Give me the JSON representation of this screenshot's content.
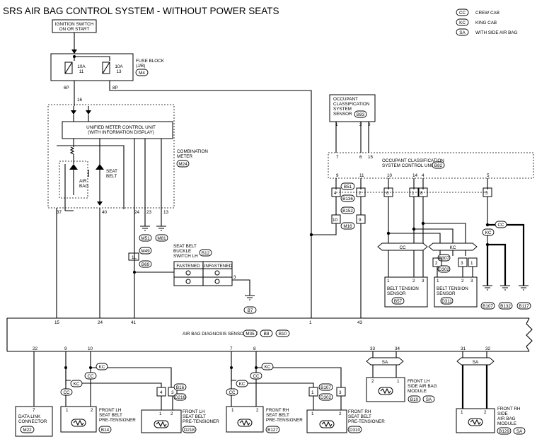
{
  "title": "SRS AIR BAG CONTROL SYSTEM - WITHOUT POWER SEATS",
  "legend": [
    {
      "code": "CC",
      "label": "CREW CAB"
    },
    {
      "code": "KC",
      "label": "KING CAB"
    },
    {
      "code": "SA",
      "label": "WITH SIDE AIR BAG"
    }
  ],
  "variants": {
    "cc": "CC",
    "kc": "KC",
    "sa": "SA"
  },
  "ignition": {
    "line1": "IGNITION SWITCH",
    "line2": "ON OR START"
  },
  "fuse_block": {
    "fuse1_rating": "10A",
    "fuse1_num": "11",
    "fuse2_rating": "10A",
    "fuse2_num": "13",
    "line1": "FUSE BLOCK",
    "line2": "(J/B)",
    "connector": "M4"
  },
  "combination_meter": {
    "unit_line1": "UNIFIED METER CONTROL UNIT",
    "unit_line2": "(WITH INFORMATION DISPLAY)",
    "airbag_label1": "AIR",
    "airbag_label2": "BAG",
    "seatbelt_label1": "SEAT",
    "seatbelt_label2": "BELT",
    "label1": "COMBINATION",
    "label2": "METER",
    "connector": "M24"
  },
  "grounds": {
    "m51": "M51",
    "m81": "M81",
    "m49": "M49",
    "b7": "B7",
    "b107": "B107",
    "b132": "B132",
    "b117": "B117"
  },
  "connectors": {
    "b69": "B69",
    "b51": "B51",
    "b136": "B136",
    "b152": "B152",
    "m16": "M16",
    "b307": "B307",
    "d302": "D302",
    "b16": "B16",
    "d216": "D216",
    "b107": "B107",
    "d302b": "D302"
  },
  "buckle_switch": {
    "line1": "SEAT BELT",
    "line2": "BUCKLE",
    "line3": "SWITCH LH",
    "connector": "B12",
    "fastened": "FASTENED",
    "unfastened": "UNFASTENED"
  },
  "ocs_sensor": {
    "line1": "OCCUPANT",
    "line2": "CLASSIFICATION",
    "line3": "SYSTEM",
    "line4": "SENSOR",
    "connector": "B83"
  },
  "ocs_cu": {
    "line1": "OCCUPANT CLASSIFICATION",
    "line2": "SYSTEM CONTROL UNIT",
    "connector": "B82"
  },
  "belt_tension_1": {
    "line1": "BELT TENSION",
    "line2": "SENSOR",
    "connector": "B57"
  },
  "belt_tension_2": {
    "line1": "BELT TENSION",
    "line2": "SENSOR",
    "connector": "D311"
  },
  "adu": {
    "label": "AIR BAG DIAGNOSIS SENSOR UNIT",
    "connector1": "M35",
    "connector2": "B8",
    "connector3": "B10"
  },
  "dlc": {
    "line1": "DATA LINK",
    "line2": "CONNECTOR",
    "connector": "M22"
  },
  "pretensioner_lh_1": {
    "line1": "FRONT LH",
    "line2": "SEAT BELT",
    "line3": "PRE-TENSIONER",
    "connector": "B14"
  },
  "pretensioner_lh_2": {
    "line1": "FRONT LH",
    "line2": "SEAT BELT",
    "line3": "PRE-TENSIONER",
    "connector": "D218"
  },
  "pretensioner_rh_1": {
    "line1": "FRONT RH",
    "line2": "SEAT BELT",
    "line3": "PRE-TENSIONER",
    "connector": "B127"
  },
  "pretensioner_rh_2": {
    "line1": "FRONT RH",
    "line2": "SEAT BELT",
    "line3": "PRE-TENSIONER",
    "connector": "D310"
  },
  "side_airbag_lh": {
    "line1": "FRONT LH",
    "line2": "SIDE AIR BAG",
    "line3": "MODULE",
    "connector": "B10"
  },
  "side_airbag_rh": {
    "line1": "FRONT RH",
    "line2": "SIDE",
    "line3": "AIR BAG",
    "line4": "MODULE",
    "connector": "B129"
  },
  "pins": {
    "fuse_left": "6P",
    "fuse_right": "8P",
    "meter_16": "16",
    "meter_37": "37",
    "meter_40": "40",
    "meter_24": "24",
    "meter_23": "23",
    "meter_13": "13",
    "b69_pin": "1L",
    "buckle_3": "3",
    "ocs_sensor_1": "1",
    "ocs_sensor_2": "2",
    "ocs_sensor_3": "3",
    "ocs_cu_7": "7",
    "ocs_cu_6": "6",
    "ocs_cu_15": "15",
    "ocs_cu_9": "9",
    "ocs_cu_11": "11",
    "ocs_cu_10": "10",
    "ocs_cu_14": "14",
    "ocs_cu_4": "4",
    "ocs_cu_5": "5",
    "b51_4": "4",
    "b51_2": "2",
    "b51_6": "6",
    "b51_1": "1",
    "b51_8": "8",
    "b51_5": "5",
    "m16_10": "10",
    "m16_9": "9",
    "b307_2": "2",
    "b307_3": "3",
    "b307_1": "1",
    "bts1_1": "1",
    "bts1_2": "2",
    "bts1_3": "3",
    "bts2_1": "1",
    "bts2_2": "2",
    "bts2_3": "3",
    "adu_15": "15",
    "adu_24": "24",
    "adu_41": "41",
    "adu_1": "1",
    "adu_43": "43",
    "adu_22": "22",
    "adu_9": "9",
    "adu_10": "10",
    "adu_7": "7",
    "adu_8": "8",
    "adu_33": "33",
    "adu_34": "34",
    "adu_31": "31",
    "adu_32": "32",
    "dlc_7": "7",
    "b16_4": "4",
    "b16_3": "3",
    "plh1_1": "1",
    "plh1_2": "2",
    "plh2_1": "1",
    "plh2_2": "2",
    "b107_1": "1",
    "b107_3": "3",
    "prh1_1": "1",
    "prh1_2": "2",
    "prh2_1": "1",
    "prh2_2": "2",
    "sab_lh_2": "2",
    "sab_lh_1": "1",
    "sab_rh_1": "1",
    "sab_rh_2": "2"
  }
}
